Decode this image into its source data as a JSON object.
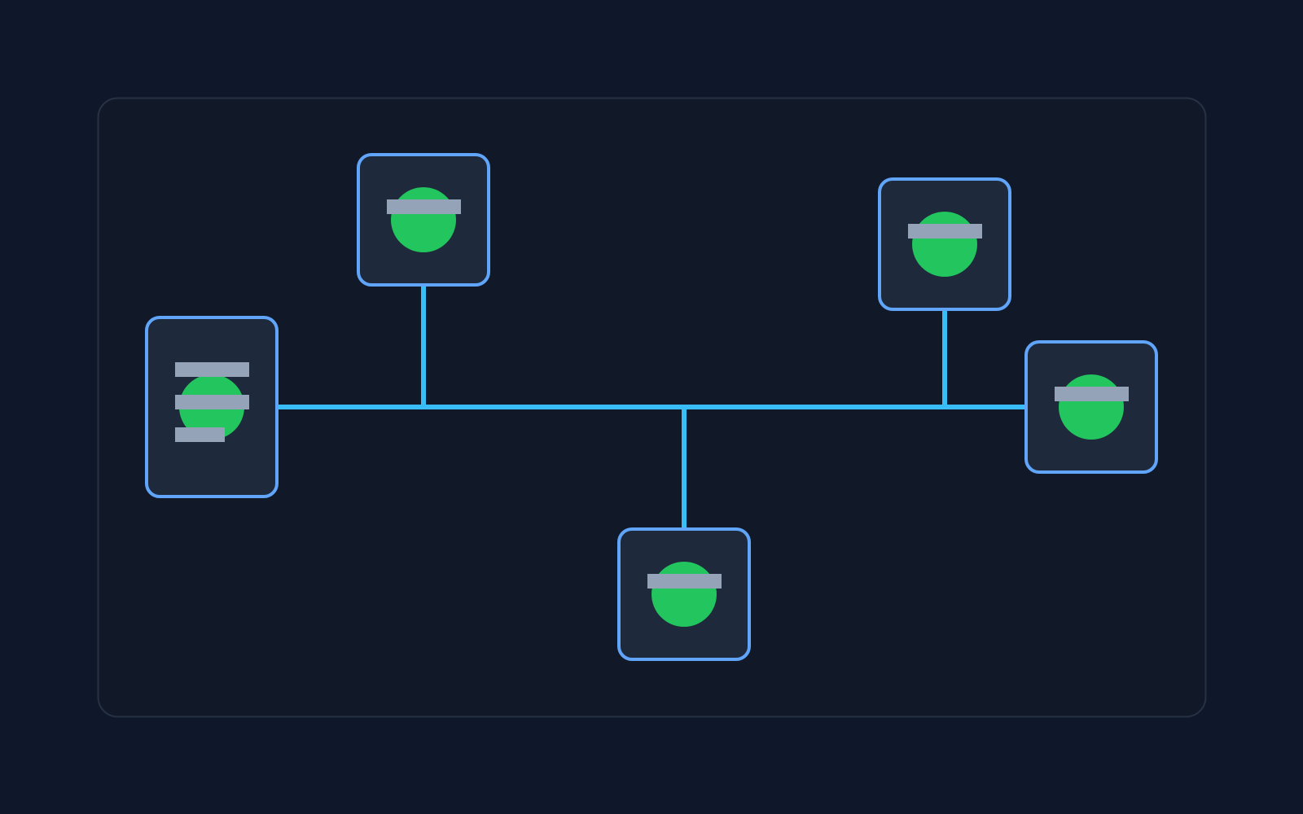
{
  "diagram": {
    "colors": {
      "background": "#0f172a",
      "canvas_fill": "#111827",
      "canvas_border": "#263244",
      "bus_line": "#38bdf8",
      "node_fill": "#1e293b",
      "node_border": "#60a5fa",
      "status_dot": "#22c55e",
      "label_bar": "#94a3b8"
    },
    "icons": {
      "status": "status-dot-icon",
      "label": "redacted-label-bar"
    },
    "nodes": [
      {
        "id": "hub",
        "kind": "hub",
        "status": "online",
        "label_bars": 3
      },
      {
        "id": "top-left",
        "kind": "device",
        "status": "online",
        "label_bars": 1
      },
      {
        "id": "top-right",
        "kind": "device",
        "status": "online",
        "label_bars": 1
      },
      {
        "id": "right",
        "kind": "device",
        "status": "online",
        "label_bars": 1
      },
      {
        "id": "bottom-center",
        "kind": "device",
        "status": "online",
        "label_bars": 1
      }
    ]
  }
}
